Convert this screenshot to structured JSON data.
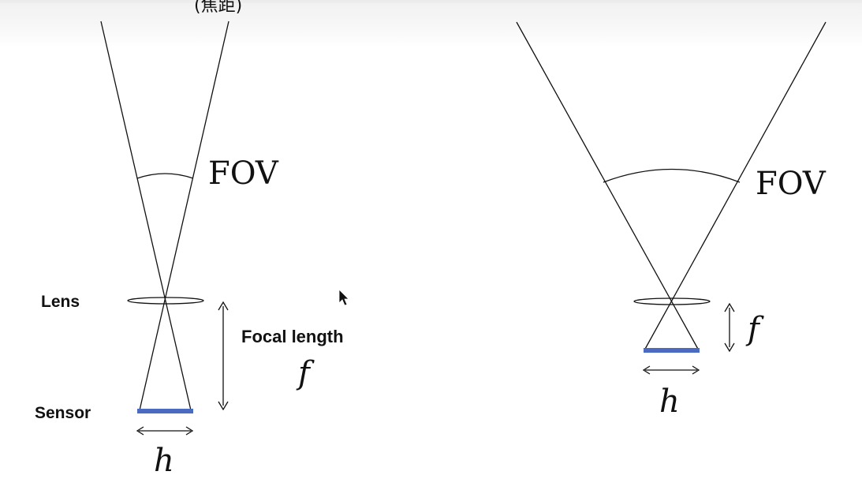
{
  "header": {
    "top_caption": "(焦距)"
  },
  "left_diagram": {
    "fov_label": "FOV",
    "lens_label": "Lens",
    "sensor_label": "Sensor",
    "focal_length_label": "Focal length",
    "focal_symbol": "f",
    "height_symbol": "h"
  },
  "right_diagram": {
    "fov_label": "FOV",
    "focal_symbol": "f",
    "height_symbol": "h"
  },
  "colors": {
    "line": "#111111",
    "sensor": "#4a6bbf",
    "background": "#ffffff"
  },
  "icons": {
    "cursor": "mouse-pointer-icon"
  }
}
